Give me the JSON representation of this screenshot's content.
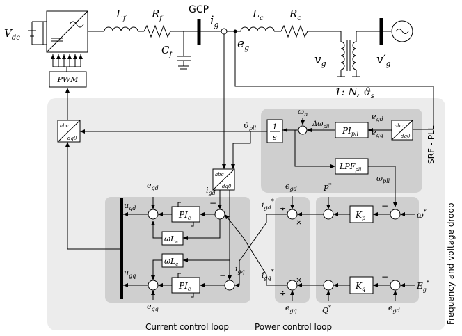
{
  "circuit": {
    "vdc": "V",
    "vdc_sub": "dc",
    "lf": "L",
    "lf_sub": "f",
    "rf": "R",
    "rf_sub": "f",
    "cf": "C",
    "cf_sub": "f",
    "gcp": "GCP",
    "ig": "i",
    "ig_sub": "g",
    "lc": "L",
    "lc_sub": "c",
    "rc": "R",
    "rc_sub": "c",
    "eg": "e",
    "eg_sub": "g",
    "vg": "v",
    "vg_sub": "g",
    "vgp": "v′",
    "vgp_sub": "g",
    "ratio": "1: N, ϑ",
    "ratio_sub": "s",
    "pwm": "PWM"
  },
  "pll": {
    "title": "SRF - PLL",
    "omega_n": "ω",
    "omega_n_sub": "n",
    "delta_omega": "Δω",
    "delta_omega_sub": "pll",
    "pi": "PI",
    "pi_sub": "pll",
    "integrator_num": "1",
    "integrator_den": "s",
    "lpf": "LPF",
    "lpf_sub": "pll",
    "theta": "ϑ",
    "theta_sub": "pll",
    "omega_pll": "ω",
    "omega_pll_sub": "pll",
    "egd": "e",
    "egd_sub": "gd",
    "egq": "e",
    "egq_sub": "gq",
    "abc": "abc",
    "dq0": "dq0"
  },
  "droop": {
    "title": "Frequency and voltage droop",
    "kp": "K",
    "kp_sub": "p",
    "kq": "K",
    "kq_sub": "q",
    "omega_ref": "ω",
    "omega_ref_sup": "*",
    "eg_ref": "E",
    "eg_ref_sub": "g",
    "eg_ref_sup": "*",
    "p_ref": "P",
    "p_ref_sup": "*",
    "q_ref": "Q",
    "q_ref_sup": "*",
    "egd": "e",
    "egd_sub": "gd",
    "minus": "−"
  },
  "power_loop": {
    "label": "Power control loop",
    "igd_ref": "i",
    "igd_ref_sub": "gd",
    "igd_ref_sup": "*",
    "igq_ref": "i",
    "igq_ref_sub": "gq",
    "igq_ref_sup": "*",
    "egd": "e",
    "egd_sub": "gd",
    "egq": "e",
    "egq_sub": "gq",
    "div": "÷",
    "times": "×"
  },
  "current_loop": {
    "label": "Current control loop",
    "pi": "PI",
    "pi_sub": "c",
    "wl": "ωL",
    "wl_sub": "c",
    "ugd": "u",
    "ugd_sub": "gd",
    "ugq": "u",
    "ugq_sub": "gq",
    "egd": "e",
    "egd_sub": "gd",
    "egq": "e",
    "egq_sub": "gq",
    "igd": "i",
    "igd_sub": "gd",
    "igq": "i",
    "igq_sub": "gq",
    "minus": "−",
    "abc": "abc",
    "dq0": "dq0"
  }
}
